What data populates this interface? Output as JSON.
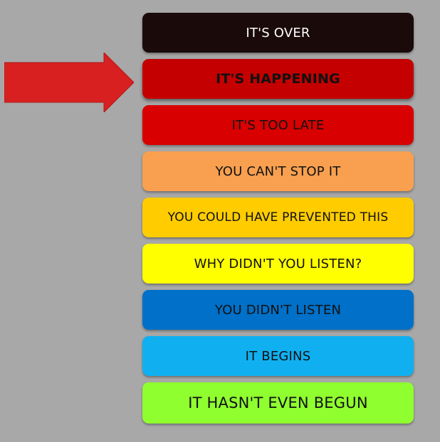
{
  "levels": [
    {
      "label": "IT'S OVER",
      "bg": "#1a0a0a",
      "fg": "#ffffff"
    },
    {
      "label": "IT'S HAPPENING",
      "bg": "#c40000",
      "fg": "#111111"
    },
    {
      "label": "IT'S TOO LATE",
      "bg": "#d80000",
      "fg": "#111111"
    },
    {
      "label": "YOU CAN'T STOP IT",
      "bg": "#f8a050",
      "fg": "#111111"
    },
    {
      "label": "YOU COULD HAVE PREVENTED THIS",
      "bg": "#ffcc00",
      "fg": "#111111"
    },
    {
      "label": "WHY DIDN'T YOU LISTEN?",
      "bg": "#ffff00",
      "fg": "#111111"
    },
    {
      "label": "YOU DIDN'T LISTEN",
      "bg": "#0070c8",
      "fg": "#111111"
    },
    {
      "label": "IT BEGINS",
      "bg": "#10b0f0",
      "fg": "#111111"
    },
    {
      "label": "IT HASN'T EVEN BEGUN",
      "bg": "#90ff30",
      "fg": "#111111"
    }
  ],
  "active_level_index": 1,
  "arrow": {
    "color": "#d82020",
    "icon": "pointer-arrow-icon"
  }
}
